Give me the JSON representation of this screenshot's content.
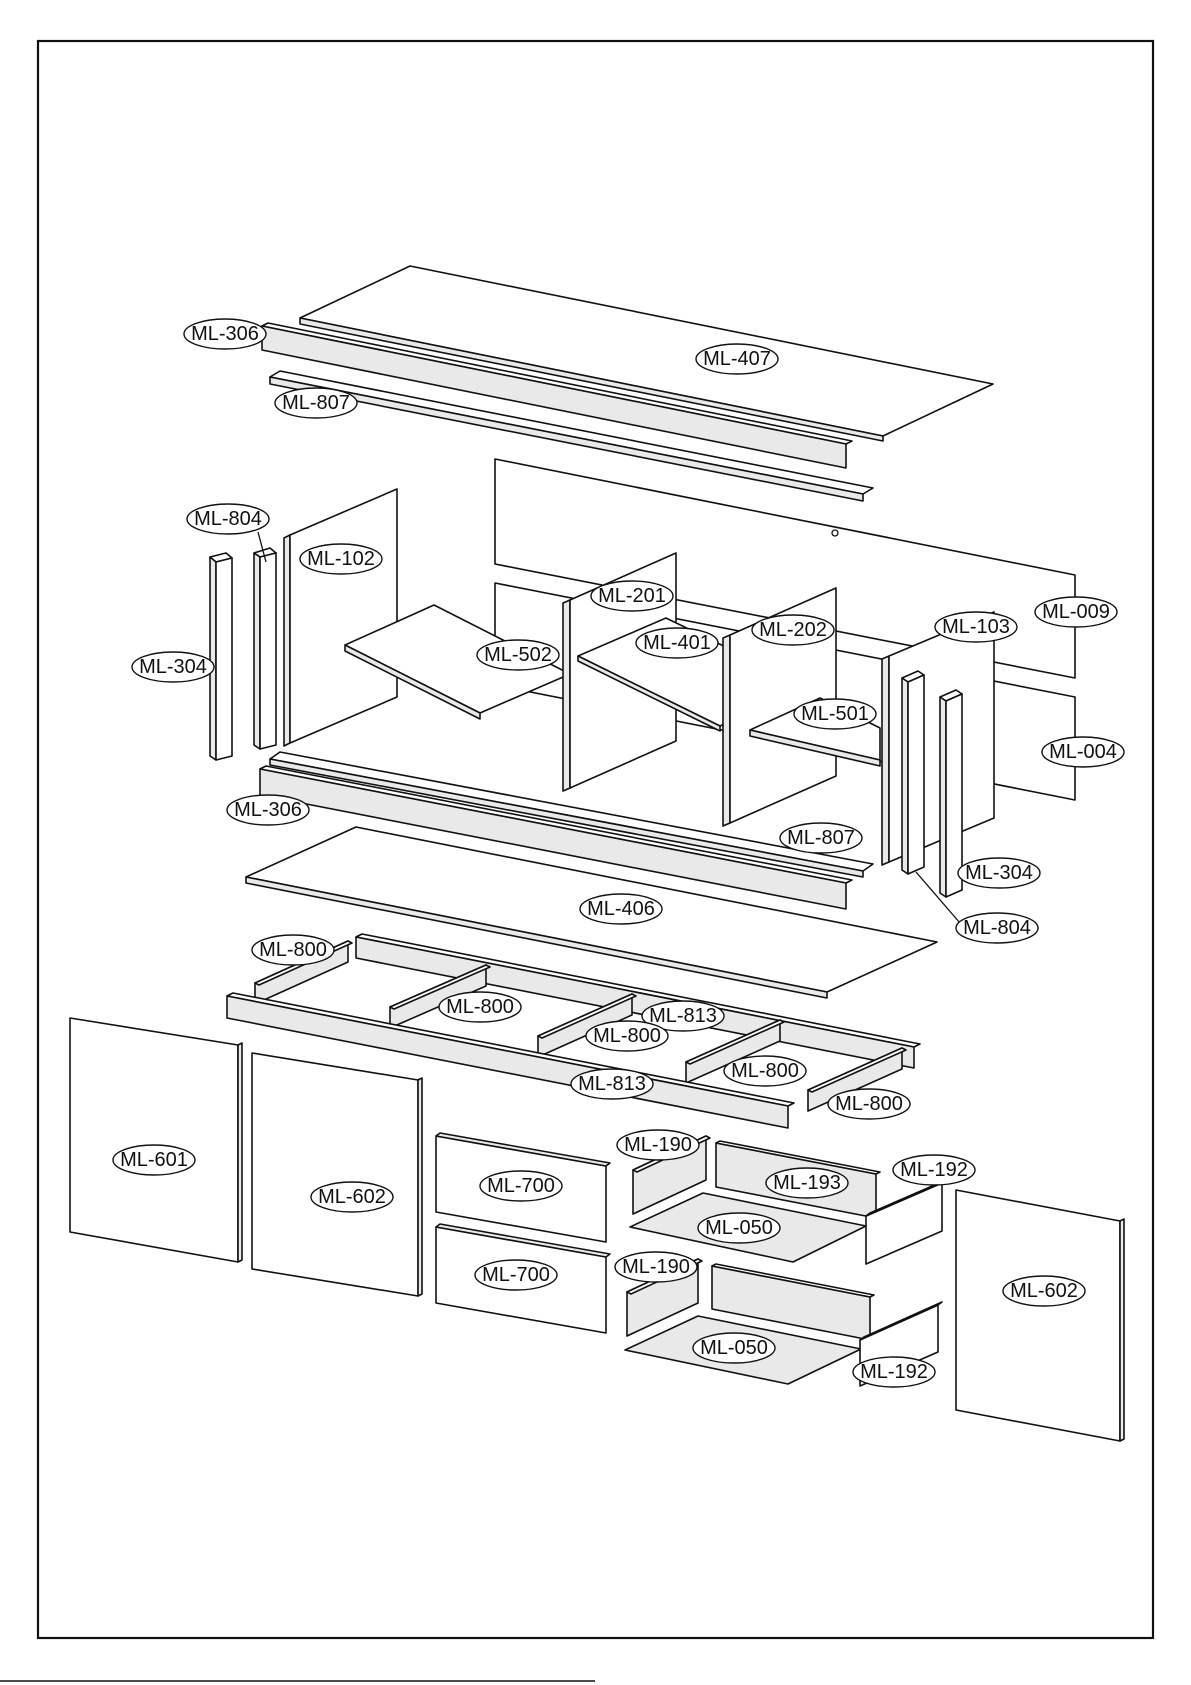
{
  "diagram": {
    "labels": {
      "ml407": "ML-407",
      "ml306_top": "ML-306",
      "ml807_top": "ML-807",
      "ml804_left": "ML-804",
      "ml102": "ML-102",
      "ml304_left": "ML-304",
      "ml201": "ML-201",
      "ml502": "ML-502",
      "ml401": "ML-401",
      "ml202": "ML-202",
      "ml103": "ML-103",
      "ml009": "ML-009",
      "ml501": "ML-501",
      "ml004": "ML-004",
      "ml306_mid": "ML-306",
      "ml807_mid": "ML-807",
      "ml304_right": "ML-304",
      "ml406": "ML-406",
      "ml804_right": "ML-804",
      "ml800_a": "ML-800",
      "ml800_b": "ML-800",
      "ml813_a": "ML-813",
      "ml800_c": "ML-800",
      "ml800_d": "ML-800",
      "ml813_b": "ML-813",
      "ml800_e": "ML-800",
      "ml601": "ML-601",
      "ml602_left": "ML-602",
      "ml700_a": "ML-700",
      "ml190_a": "ML-190",
      "ml193": "ML-193",
      "ml192_a": "ML-192",
      "ml050_a": "ML-050",
      "ml700_b": "ML-700",
      "ml190_b": "ML-190",
      "ml602_right": "ML-602",
      "ml050_b": "ML-050",
      "ml192_b": "ML-192"
    }
  }
}
